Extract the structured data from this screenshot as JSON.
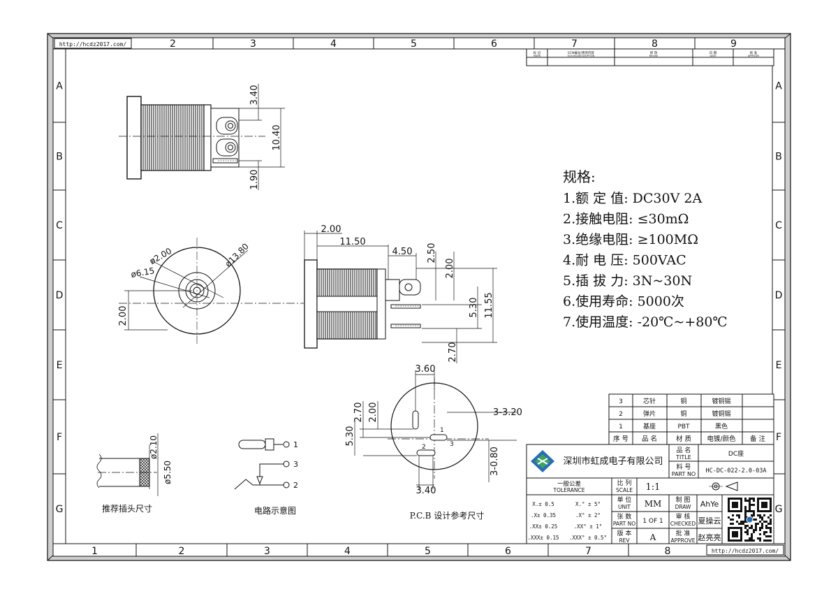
{
  "url": "http://hcdz2017.com/",
  "cols_top": [
    "2",
    "3",
    "4",
    "5",
    "6",
    "7",
    "8",
    "9"
  ],
  "cols_bottom": [
    "1",
    "2",
    "3",
    "4",
    "5",
    "6",
    "7",
    "8"
  ],
  "rows": [
    "A",
    "B",
    "C",
    "D",
    "E",
    "F",
    "G"
  ],
  "revision_header": {
    "mark": "标 记",
    "mark_en": "MARK",
    "ecn": "ECN编号/更改内容",
    "ecn_en": "ECN NO/DESCRIPTION",
    "revise": "修 改",
    "revise_en": "REVISE",
    "date": "日 期",
    "date_en": "DATE",
    "approve": "核 准",
    "approve_en": "APPROVE"
  },
  "dims": {
    "side_340": "3.40",
    "side_1040": "10.40",
    "side_190": "1.90",
    "front_d200": "ø2.00",
    "front_d1380": "ø13.80",
    "front_d615": "ø6.15",
    "front_200": "2.00",
    "mid_200": "2.00",
    "mid_1150": "11.50",
    "mid_450": "4.50",
    "mid_250": "2.50",
    "mid_200b": "2.00",
    "mid_530": "5.30",
    "mid_1155": "11.55",
    "mid_270": "2.70",
    "pcb_360": "3.60",
    "pcb_270": "2.70",
    "pcb_200": "2.00",
    "pcb_320": "3-3.20",
    "pcb_530": "5.30",
    "pcb_080": "3-0.80",
    "pcb_340": "3.40",
    "plug_d210": "ø2.10",
    "plug_d550": "ø5.50"
  },
  "pin_labels": [
    "1",
    "2",
    "3"
  ],
  "specs": {
    "title": "规格:",
    "items": [
      "1.额 定 值: DC30V 2A",
      "2.接触电阻: ≤30mΩ",
      "3.绝缘电阻: ≥100MΩ",
      "4.耐 电 压: 500VAC",
      "5.插 拔 力: 3N~30N",
      "6.使用寿命: 5000次",
      "7.使用温度: -20℃~+80℃"
    ]
  },
  "captions": {
    "plug": "推荐插头尺寸",
    "circuit": "电路示意图",
    "pcb": "P.C.B 设计参考尺寸"
  },
  "bom": {
    "rows": [
      [
        "3",
        "芯针",
        "铜",
        "镀铜锡",
        ""
      ],
      [
        "2",
        "弹片",
        "铜",
        "镀铜锡",
        ""
      ],
      [
        "1",
        "基座",
        "PBT",
        "黑色",
        ""
      ]
    ],
    "header": [
      "序 号",
      "品 名",
      "材 质",
      "电镀/颜色",
      "备 注"
    ]
  },
  "title_block": {
    "company": "深圳市虹成电子有限公司",
    "title_label": "品 名",
    "title_label_en": "TITLE",
    "title_value": "DC座",
    "part_label": "料 号",
    "part_label_en": "PART NO",
    "part_value": "HC-DC-022-2.0-03A",
    "tolerance_label": "一般公差",
    "tolerance_label_en": "TOLERANCE",
    "tolerances_left": [
      "X.± 0.5",
      ".X± 0.35",
      ".XX± 0.25",
      ".XXX± 0.15"
    ],
    "tolerances_right": [
      "X.° ± 5°",
      ".X° ± 2°",
      ".XX° ± 1°",
      ".XXX° ± 0.5°"
    ],
    "scale_label": "比 列",
    "scale_label_en": "SCALE",
    "scale_value": "1:1",
    "unit_label": "单 位",
    "unit_label_en": "UNIT",
    "unit_value": "MM",
    "sheet_label": "张 数",
    "sheet_label_en": "PART NO",
    "sheet_value": "1 OF 1",
    "rev_label": "版 本",
    "rev_label_en": "REV",
    "rev_value": "A",
    "draw_label": "制 图",
    "draw_label_en": "DRAW",
    "draw_value": "AhYe",
    "check_label": "审 核",
    "check_label_en": "CHECKED",
    "check_value": "夏操云",
    "approve_label": "批 准",
    "approve_label_en": "APPROVE",
    "approve_value": "赵亮亮"
  },
  "colors": {
    "line": "#111111",
    "logo_blue": "#2a6db3",
    "logo_green": "#3aa55c"
  }
}
